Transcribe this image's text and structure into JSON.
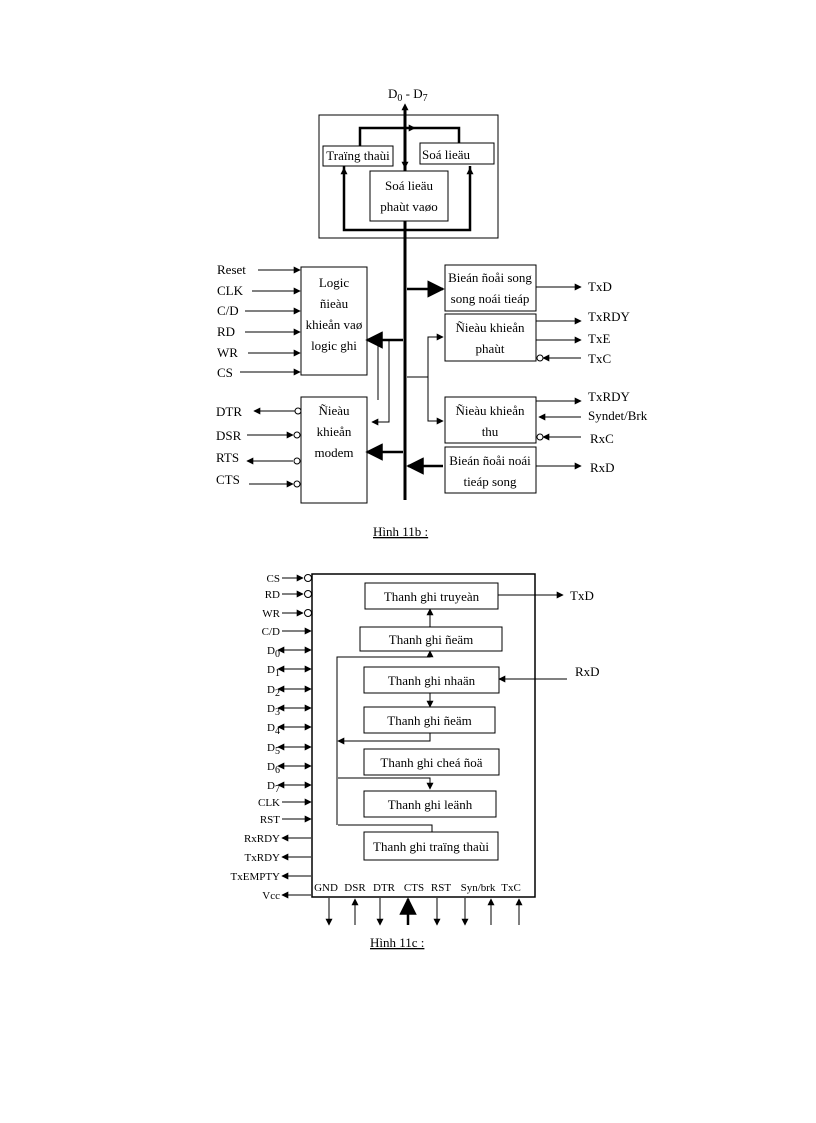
{
  "fig11b": {
    "caption": "Hình 11b :",
    "bus_label": "D0 - D7",
    "bus_label_parts": {
      "d": "D",
      "sub0": "0",
      "sep": " - ",
      "sub7": "7"
    },
    "status_reg": "Traïng thaùi",
    "data_reg": "Soá lieäu",
    "io_reg_line1": "Soá lieäu",
    "io_reg_line2": "phaùt vaøo",
    "logic_lines": [
      "Logic",
      "ñieàu",
      "khieån vaø",
      "logic ghi"
    ],
    "logic_inputs": [
      "Reset",
      "CLK",
      "C/D",
      "RD",
      "WR",
      "CS"
    ],
    "modem_lines": [
      "Ñieàu",
      "khieån",
      "modem"
    ],
    "modem_signals": [
      "DTR",
      "DSR",
      "RTS",
      "CTS"
    ],
    "ps_conv_lines": [
      "Bieán ñoåi song",
      "song noái tieáp"
    ],
    "tx_ctrl_lines": [
      "Ñieàu khieån",
      "phaùt"
    ],
    "rx_ctrl_lines": [
      "Ñieàu khieån",
      "thu"
    ],
    "sp_conv_lines": [
      "Bieán ñoåi noái",
      "tieáp song"
    ],
    "right_signals": [
      "TxD",
      "TxRDY",
      "TxE",
      "TxC",
      "TxRDY",
      "Syndet/Brk",
      "RxC",
      "RxD"
    ]
  },
  "fig11c": {
    "caption": "Hình 11c :",
    "left_pins": [
      {
        "main": "CS",
        "sub": ""
      },
      {
        "main": "RD",
        "sub": ""
      },
      {
        "main": "WR",
        "sub": ""
      },
      {
        "main": "C/D",
        "sub": ""
      },
      {
        "main": "D",
        "sub": "0"
      },
      {
        "main": "D",
        "sub": "1"
      },
      {
        "main": "D",
        "sub": "2"
      },
      {
        "main": "D",
        "sub": "3"
      },
      {
        "main": "D",
        "sub": "4"
      },
      {
        "main": "D",
        "sub": "5"
      },
      {
        "main": "D",
        "sub": "6"
      },
      {
        "main": "D",
        "sub": "7"
      },
      {
        "main": "CLK",
        "sub": ""
      },
      {
        "main": "RST",
        "sub": ""
      },
      {
        "main": "RxRDY",
        "sub": ""
      },
      {
        "main": "TxRDY",
        "sub": ""
      },
      {
        "main": "TxEMPTY",
        "sub": ""
      },
      {
        "main": "Vcc",
        "sub": ""
      }
    ],
    "registers": [
      "Thanh ghi truyeàn",
      "Thanh ghi ñeäm",
      "Thanh ghi nhaän",
      "Thanh ghi ñeäm",
      "Thanh ghi cheá ñoä",
      "Thanh ghi leänh",
      "Thanh ghi traïng thaùi"
    ],
    "bottom_pins": [
      "GND",
      "DSR",
      "DTR",
      "CTS",
      "RST",
      "Syn/brk",
      "TxC"
    ],
    "txd": "TxD",
    "rxd": "RxD"
  }
}
